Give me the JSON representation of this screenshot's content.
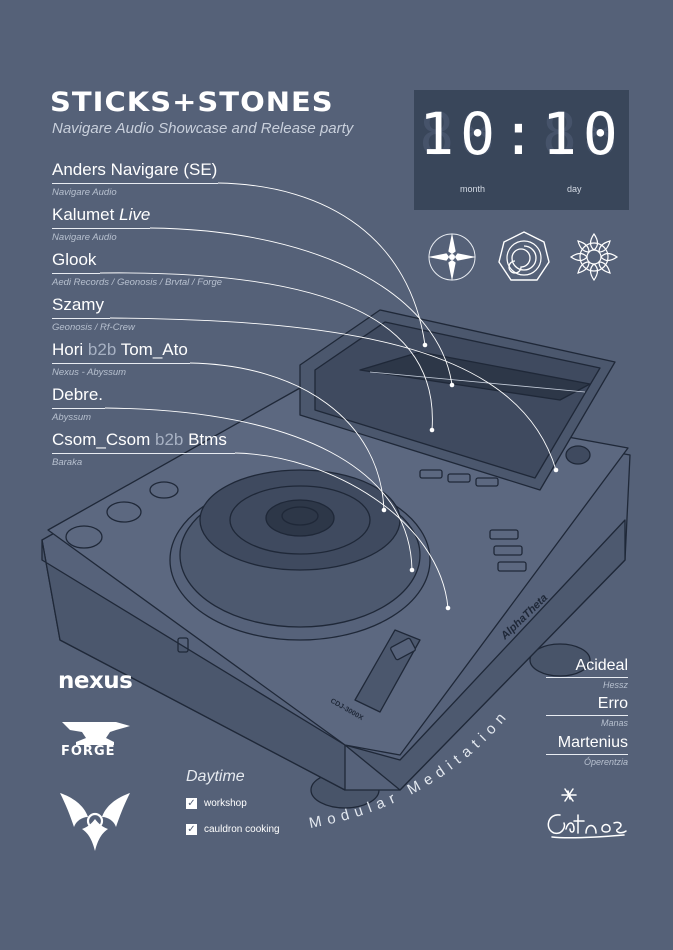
{
  "event": {
    "title": "STICKS+STONES",
    "subtitle": "Navigare Audio Showcase and Release party"
  },
  "lineup": [
    {
      "name": "Anders Navigare (SE)",
      "label": "Navigare Audio"
    },
    {
      "name": "Kalumet",
      "name_suffix": "Live",
      "label": "Navigare Audio"
    },
    {
      "name": "Glook",
      "label": "Aedi Records / Geonosis / Brvtal / Forge"
    },
    {
      "name": "Szamy",
      "label": "Geonosis / Rf-Crew"
    },
    {
      "name": "Hori",
      "connector": "b2b",
      "name2": "Tom_Ato",
      "label": "Nexus - Abyssum"
    },
    {
      "name": "Debre.",
      "label": "Abyssum"
    },
    {
      "name": "Csom_Csom",
      "connector": "b2b",
      "name2": "Btms",
      "label": "Baraka"
    }
  ],
  "date": {
    "month": "10",
    "separator": ":",
    "day": "10",
    "month_caption": "month",
    "day_caption": "day"
  },
  "modular": {
    "arc_text": "Modular Meditation",
    "artists": [
      {
        "name": "Acideal",
        "label": "Hessz"
      },
      {
        "name": "Erro",
        "label": "Manas"
      },
      {
        "name": "Martenius",
        "label": "Óperentzia"
      }
    ]
  },
  "daytime": {
    "title": "Daytime",
    "items": [
      "workshop",
      "cauldron cooking"
    ],
    "check_glyph": "✓"
  },
  "logos": {
    "nexus": "nexus",
    "forge": "FORGE",
    "signature": "Catnos"
  },
  "device": {
    "brand": "AlphaTheta",
    "model": "CDJ-3000X"
  },
  "colors": {
    "background": "#556178",
    "panel": "#39465a",
    "line": "#e8ecf2",
    "muted": "#a7b1c3"
  }
}
